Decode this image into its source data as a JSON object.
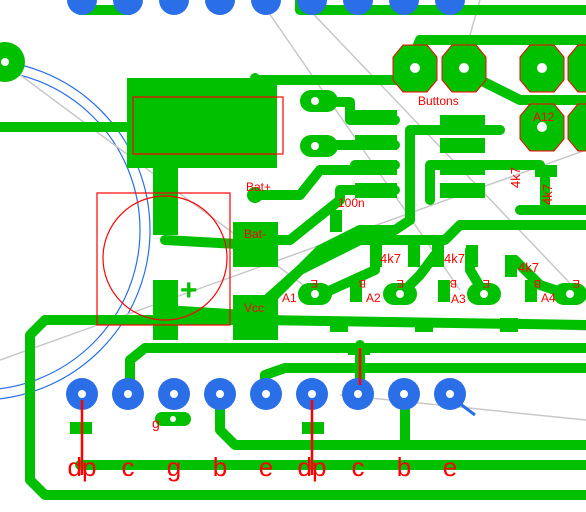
{
  "labels": {
    "buttons": "Buttons",
    "bat_plus": "Bat+",
    "bat_minus": "Bat-",
    "cap_100n": "100n",
    "vcc": "Vcc",
    "r4k7_a": "4k7",
    "r4k7_b": "4k7",
    "r4k7_c": "4k7",
    "r4k7_d": "4k7",
    "r4k7_e": "4k7",
    "a1": "A1",
    "a2": "A2",
    "a3": "A3",
    "a4": "A4",
    "a12": "A12",
    "pin_e": "E",
    "pin_b": "B",
    "g_small": "g",
    "plus_sign": "+"
  },
  "bottom_labels": [
    "dp",
    "c",
    "g",
    "b",
    "e",
    "dp",
    "c",
    "b",
    "e"
  ],
  "colors": {
    "copper": "#00c000",
    "silkscreen": "#ff0000",
    "via": "#2a6fe8",
    "ratsnest": "#c8c8c8",
    "outline": "#2a6fe8"
  }
}
